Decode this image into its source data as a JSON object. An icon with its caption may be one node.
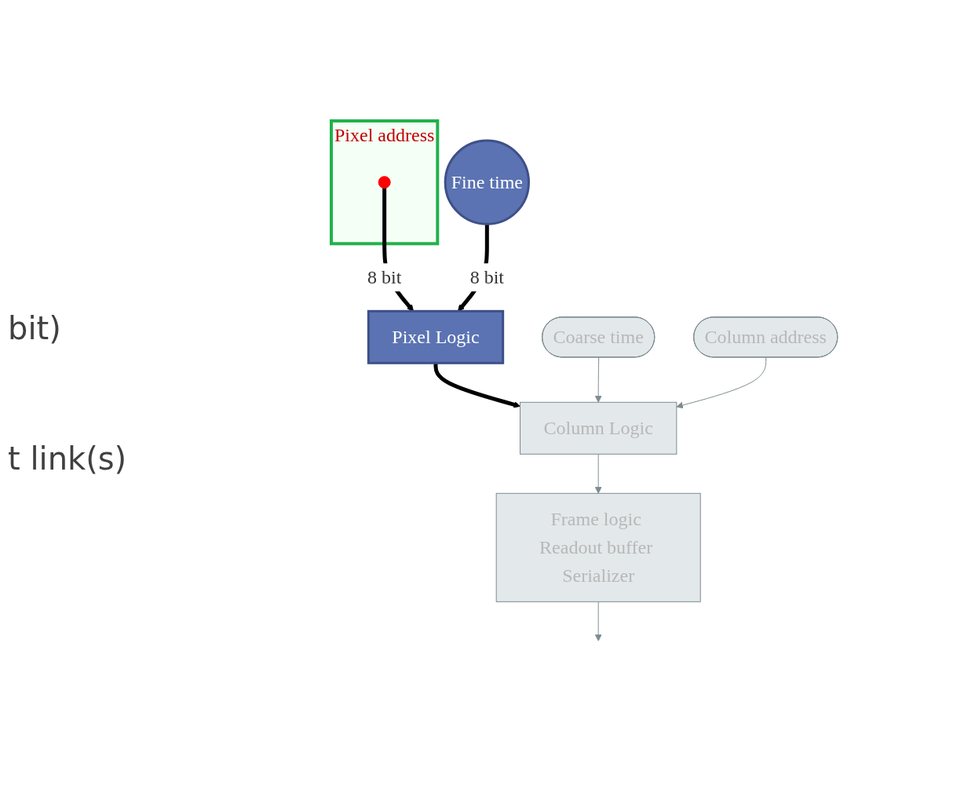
{
  "diagram": {
    "nodes": [
      {
        "text": [
          "Pixel address"
        ]
      },
      {
        "text": [],
        "shape": "circle",
        "in": 0
      },
      {
        "text": [
          "Fine time"
        ]
      },
      {
        "text": [
          "Pixel Logic"
        ]
      },
      {
        "text": [
          "Coarse time"
        ]
      },
      {
        "text": [
          "Column Logic"
        ]
      },
      {
        "text": [
          "Column address"
        ]
      },
      {
        "text": [
          "Frame logic Readout buffer Serializer"
        ]
      }
    ],
    "edges": [
      {
        "from": 1,
        "to": 3,
        "arrow": "to",
        "label": "8 bit",
        "style": "thick",
        "color": "#000000"
      },
      {
        "from": 2,
        "to": 3,
        "arrow": "to",
        "label": "8 bit",
        "style": "thick",
        "color": "#000000"
      },
      {
        "from": 3,
        "to": 5,
        "arrow": "to",
        "style": "thick",
        "color": "#000000"
      },
      {
        "from": 4,
        "to": 5,
        "arrow": "to"
      },
      {
        "from": 6,
        "to": 5,
        "arrow": "to"
      },
      {
        "from": 5,
        "to": 7,
        "arrow": "to"
      },
      {
        "from": 7,
        "to": null,
        "arrow": "to"
      }
    ],
    "labels": [
      "bit)",
      "t link(s)"
    ]
  }
}
